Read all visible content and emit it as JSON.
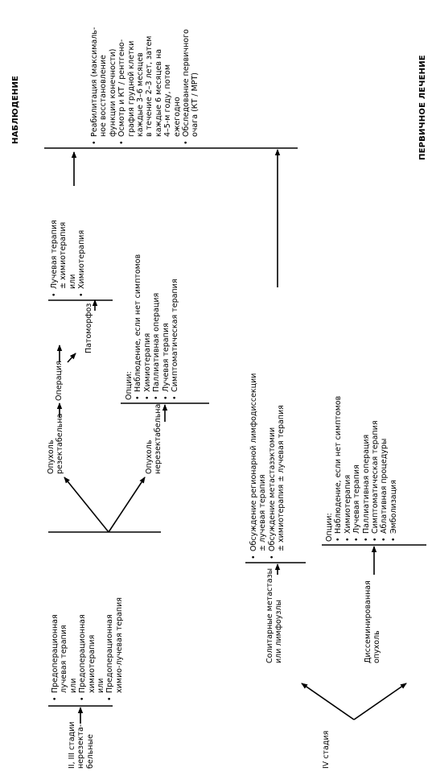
{
  "headers": {
    "primary": "ПЕРВИЧНОЕ ЛЕЧЕНИЕ",
    "observation": "НАБЛЮДЕНИЕ"
  },
  "stage_23": [
    "II, III стадии",
    "нерезекта-",
    "бельные"
  ],
  "preop_options": [
    [
      "Предоперационная",
      "лучевая терапия",
      "или"
    ],
    [
      "Предоперационная",
      "химиотерапия",
      "или"
    ],
    [
      "Предоперационная",
      "химио-лучевая терапия"
    ]
  ],
  "resectable": [
    "Опухоль",
    "резектабельна"
  ],
  "nonresectable": [
    "Опухоль",
    "нерезектабельна"
  ],
  "operation": "Операция",
  "pathomorphosis": "Патоморфоз",
  "post_op": [
    [
      "Лучевая терапия",
      "± химиотерапия",
      "или"
    ],
    [
      "Химиотерапия"
    ]
  ],
  "unresect_options": {
    "title": "Опции:",
    "items": [
      "Наблюдение, если нет симптомов",
      "Химиотерапия",
      "Паллиативная операция",
      "Лучевая терапия",
      "Симптоматическая терапия"
    ]
  },
  "observation_items": [
    [
      "Реабилитация (максималь-",
      "ное восстановление",
      "функции конечности)"
    ],
    [
      "Осмотр и КТ / рентгено-",
      "графия грудной клетки",
      "каждые 3–6 месяцев",
      "в течение 2–3 лет, затем",
      "каждые 6 месяцев на",
      "4–5-м году, потом",
      "ежегодно"
    ],
    [
      "Обследование первичного",
      "очага (КТ / МРТ)"
    ]
  ],
  "stage_4": "IV стадия",
  "solitary": [
    "Солитарные метастазы",
    "или лимфоузлы"
  ],
  "solitary_options": [
    [
      "Обсуждение регионарной лимфодиссекции",
      "± лучевая терапия"
    ],
    [
      "Обсуждение метастазэктомии",
      "± химиотерапия ± лучевая терапия"
    ]
  ],
  "disseminated": [
    "Диссеминированная",
    "опухоль"
  ],
  "dissem_options": {
    "title": "Опции:",
    "items": [
      "Наблюдение, если нет симптомов",
      "Химиотерапия",
      "Лучевая терапия",
      "Паллиативная операция",
      "Симптоматическая терапия",
      "Аблативная процедуры",
      "Эмболизация"
    ]
  }
}
